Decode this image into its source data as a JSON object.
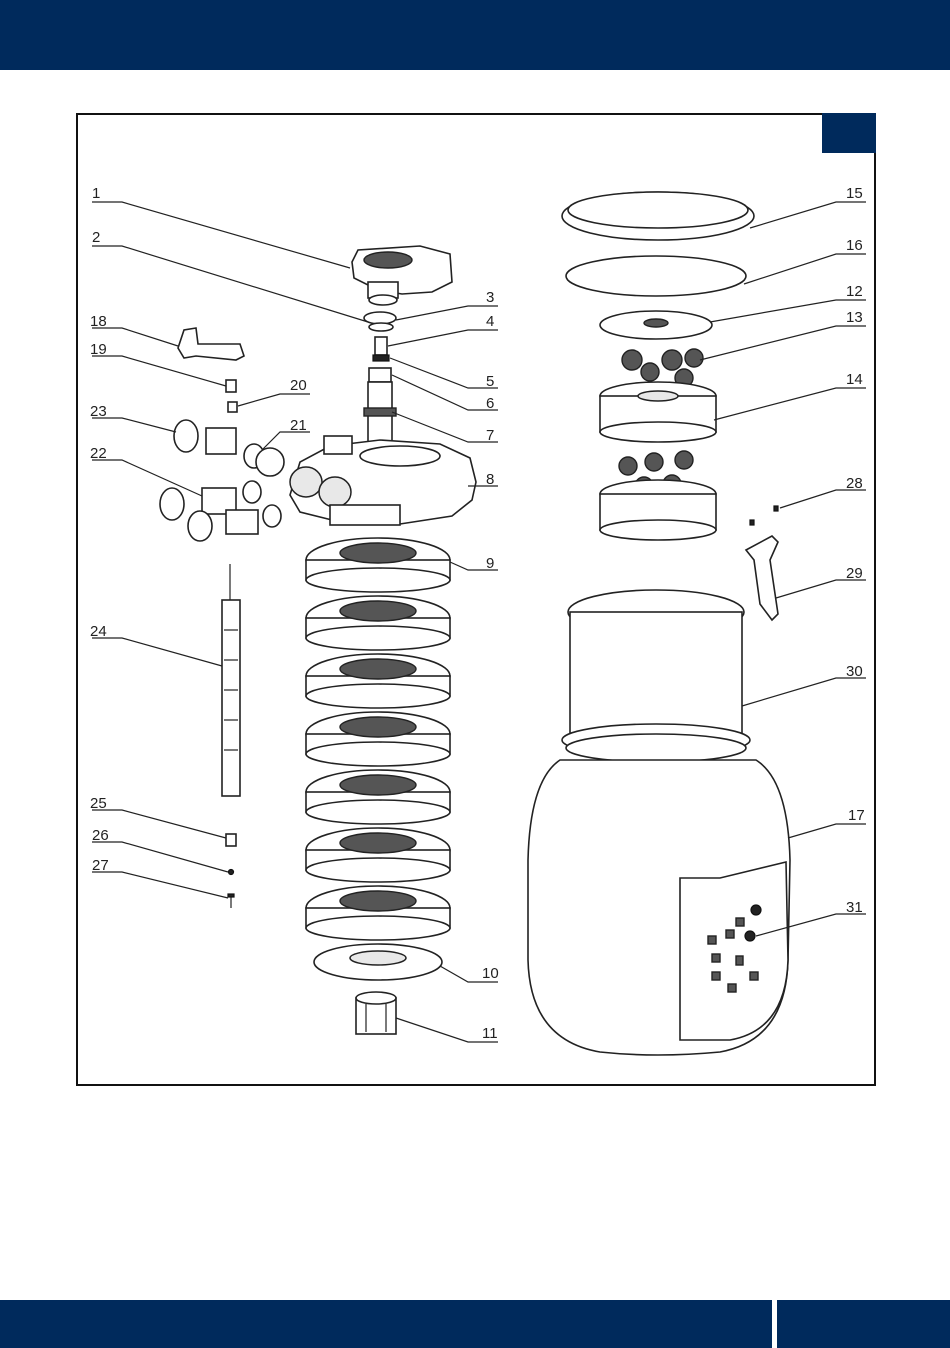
{
  "header": {
    "color": "#002a5c"
  },
  "footer": {
    "color": "#002a5c"
  },
  "diagram": {
    "part_numbers": [
      "1",
      "2",
      "3",
      "4",
      "5",
      "6",
      "7",
      "8",
      "9",
      "10",
      "11",
      "12",
      "13",
      "14",
      "15",
      "16",
      "17",
      "18",
      "19",
      "20",
      "21",
      "22",
      "23",
      "24",
      "25",
      "26",
      "27",
      "28",
      "29",
      "30",
      "31"
    ]
  }
}
